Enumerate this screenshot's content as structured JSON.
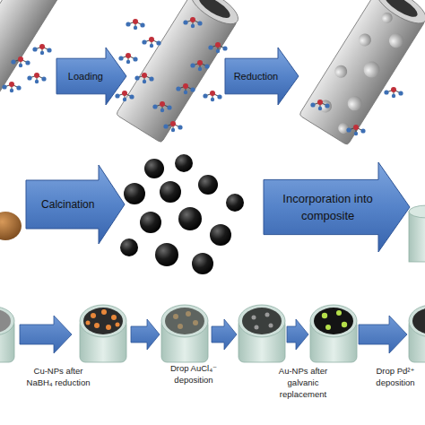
{
  "diagram": {
    "nodes": [
      {
        "text": [
          "Loading"
        ]
      },
      {
        "text": [
          "Reduction"
        ]
      },
      {
        "text": [
          "Calcination"
        ]
      },
      {
        "text": [
          "Incorporation into composite"
        ]
      }
    ],
    "labels": [
      "Cu-NPs after NaBH₄ reduction",
      "Drop AuCl₄⁻ deposition",
      "Au-NPs after galvanic replacement",
      "Drop Pd²⁺ deposition"
    ]
  }
}
